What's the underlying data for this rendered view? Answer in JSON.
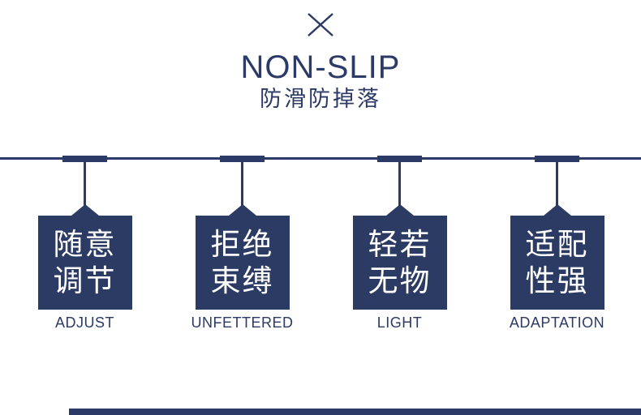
{
  "colors": {
    "accent_navy": "#2b3a66",
    "card_navy": "#2c3b64",
    "card_text": "#ffffff",
    "background": "#ffffff"
  },
  "header": {
    "icon": "x-mark",
    "title": "NON-SLIP",
    "subtitle": "防滑防掉落"
  },
  "features": [
    {
      "zh_line1": "随意",
      "zh_line2": "调节",
      "en": "ADJUST"
    },
    {
      "zh_line1": "拒绝",
      "zh_line2": "束缚",
      "en": "UNFETTERED"
    },
    {
      "zh_line1": "轻若",
      "zh_line2": "无物",
      "en": "LIGHT"
    },
    {
      "zh_line1": "适配",
      "zh_line2": "性强",
      "en": "ADAPTATION"
    }
  ]
}
